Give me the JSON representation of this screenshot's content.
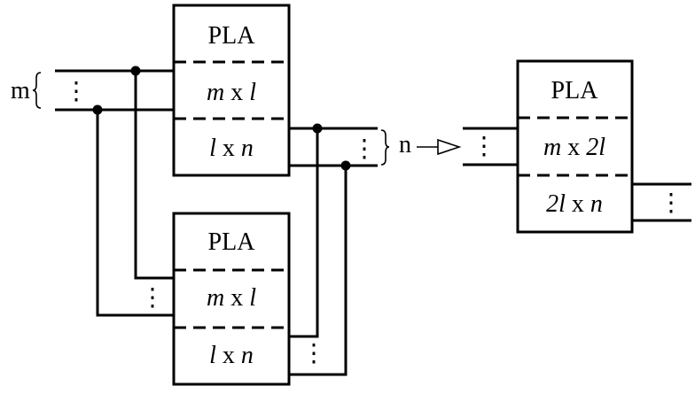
{
  "diagram": {
    "pla_title": "PLA",
    "left_top": {
      "and_plane": {
        "a": "m",
        "x": "x",
        "b": "l"
      },
      "or_plane": {
        "a": "l",
        "x": "x",
        "b": "n"
      }
    },
    "left_bottom": {
      "and_plane": {
        "a": "m",
        "x": "x",
        "b": "l"
      },
      "or_plane": {
        "a": "l",
        "x": "x",
        "b": "n"
      }
    },
    "right": {
      "and_plane": {
        "a": "m",
        "x": "x",
        "b": "2l"
      },
      "or_plane": {
        "a": "2l",
        "x": "x",
        "b": "n"
      }
    },
    "input_label": "m",
    "output_label": "n",
    "ellipsis": "⋮"
  }
}
